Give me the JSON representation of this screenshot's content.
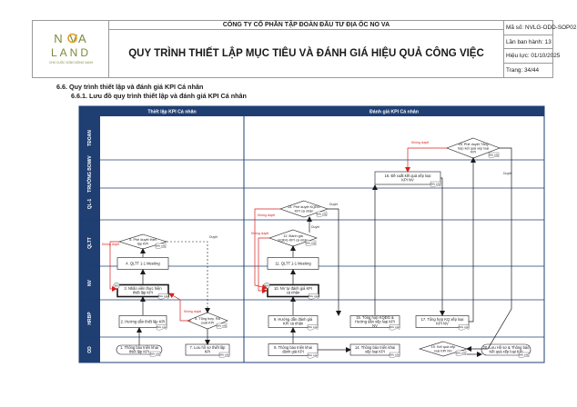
{
  "header": {
    "logo_top": "N VA",
    "logo_bottom": "LAND",
    "logo_tagline": "CHO CUỘC SỐNG ĐỒNG XANH",
    "company": "CÔNG TY CỔ PHẦN TẬP ĐOÀN ĐẦU TƯ ĐỊA ỐC NO VA",
    "title": "QUY TRÌNH THIẾT LẬP MỤC TIÊU VÀ ĐÁNH GIÁ HIỆU QUẢ CÔNG VIỆC",
    "doc_code": "Mã số: NVLG-ODD-SOP02",
    "revision": "Lần ban hành: 13",
    "effective": "Hiệu lực: 01/10/2025",
    "page": "Trang: 34/44"
  },
  "section": {
    "heading": "6.6. Quy trình thiết lập và đánh giá KPI Cá nhân",
    "subheading": "6.6.1. Lưu đồ quy trình thiết lập và đánh giá KPI Cá nhân"
  },
  "flowchart": {
    "phases": [
      "Thiết lập KPI Cá nhân",
      "Đánh giá KPI Cá nhân"
    ],
    "lanes": [
      "TĐOAN",
      "TRƯỞNG BOM/V",
      "QL-1",
      "QLTT",
      "NV",
      "HRBP",
      "OD"
    ],
    "steps": {
      "s1": "1. Thông báo triển khai thiết lập KPI",
      "s2": "2. Hướng dẫn thiết lập KPI",
      "s3": "3. Nhân viên thực hiện thiết lập KPI",
      "s4": "4. QLTT 1-1 Meeting",
      "s5": "5. Phê duyệt thiết lập KPI",
      "s6": "6. Tổng hợp, Rà soát KPI",
      "s7": "7. Lưu hồ sơ thiết lập KPI",
      "s8": "8. Thông báo triển khai đánh giá KPI",
      "s9": "9. Hướng dẫn đánh giá KPI cá nhân",
      "s10": "10. NV tự đánh giá KPI cá nhân",
      "s11": "11. QLTT 1-1 Meeting",
      "s12": "12. Đánh giá KQĐG KPI cá nhân",
      "s13": "13. Phê duyệt KQĐG KPI cá nhân",
      "s14": "14. Thông báo triển khai xếp loại KPI",
      "s15": "15. Tổng hợp KQĐG & Hướng dẫn xếp loại KPI NV",
      "s16": "16. Đề xuất kết quả xếp loại KPI NV",
      "s17": "17. Tổng hợp KQ xếp loại KPI NV",
      "s18": "18. Phê duyệt Tổng hợp kết quả xếp loại KPI",
      "s19": "19. Kết quả xếp loại KPI NV",
      "s20": "20. Lưu Hồ sơ & Thông báo Kết quả xếp loại KPI"
    },
    "labels": {
      "approved": "Duyệt",
      "rejected": "Không duyệt",
      "badge": "Biểu mẫu"
    }
  }
}
